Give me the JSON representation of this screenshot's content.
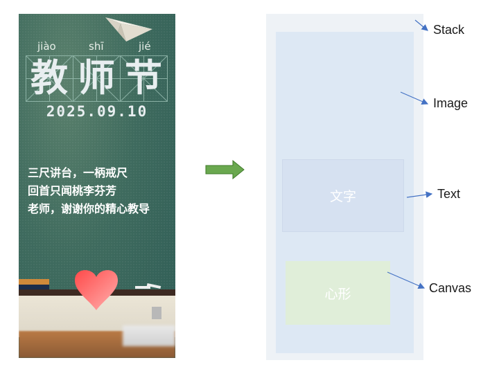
{
  "poster": {
    "pinyin": [
      "jiào",
      "shī",
      "jié"
    ],
    "title_chars": [
      "教",
      "师",
      "节"
    ],
    "date": "2025.09.10",
    "poem_lines": [
      "三尺讲台，一柄戒尺",
      "回首只闻桃李芬芳",
      "老师，谢谢你的精心教导"
    ],
    "decorations": [
      "paper-plane-icon",
      "heart-icon",
      "chalkboard",
      "eraser",
      "chalk"
    ],
    "heart_gradient": [
      "#ff4a4a",
      "#ffaaa8"
    ],
    "board_color": "#3f6b5e"
  },
  "transform_arrow": {
    "icon": "right-arrow-icon",
    "color": "#6aa84f"
  },
  "diagram": {
    "stack": {
      "callout": "Stack",
      "color": "#eef2f6"
    },
    "image": {
      "callout": "Image",
      "color": "#dde8f4"
    },
    "text": {
      "callout": "Text",
      "label": "文字",
      "color": "#d6e1f1"
    },
    "canvas": {
      "callout": "Canvas",
      "label": "心形",
      "color": "#e0eed9"
    },
    "leader_color": "#4472c4"
  }
}
